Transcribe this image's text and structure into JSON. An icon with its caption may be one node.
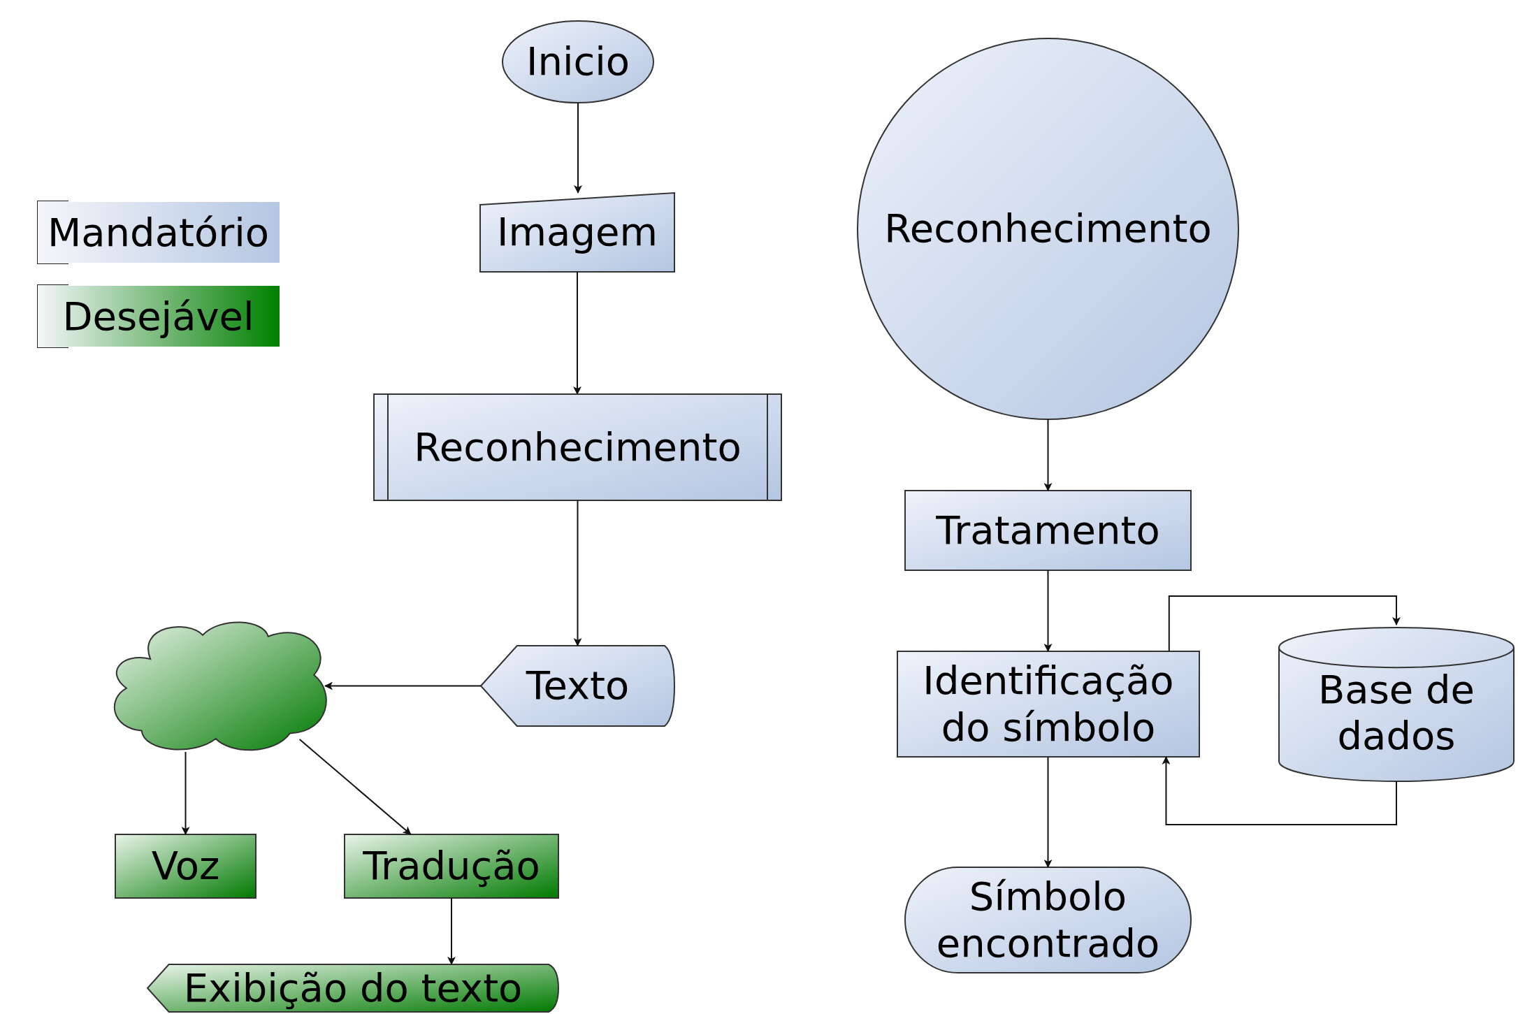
{
  "diagram": {
    "nodes": [
      {
        "text": [
          "Inicio"
        ]
      },
      {
        "text": [
          "Imagem"
        ]
      },
      {
        "text": [
          "Reconhecimento"
        ]
      },
      {
        "text": [
          "Texto"
        ]
      },
      {
        "text": [],
        "shape": "cloud"
      },
      {
        "text": [
          "Voz"
        ]
      },
      {
        "text": [
          "Tradução"
        ]
      },
      {
        "text": [
          "Exibição do texto"
        ]
      },
      {
        "text": [
          "Reconhecimento"
        ]
      },
      {
        "text": [
          "Tratamento"
        ]
      },
      {
        "text": [
          "Identificação do símbolo"
        ]
      },
      {
        "text": [
          "Base de dados"
        ]
      },
      {
        "text": [
          "Símbolo encontrado"
        ]
      }
    ],
    "edges": [
      {
        "from": 0,
        "to": 1,
        "arrow": "to"
      },
      {
        "from": 1,
        "to": 2,
        "arrow": "to"
      },
      {
        "from": 2,
        "to": 3,
        "arrow": "to"
      },
      {
        "from": 3,
        "to": 4,
        "arrow": "to"
      },
      {
        "from": 4,
        "to": 5,
        "arrow": "to"
      },
      {
        "from": 4,
        "to": 6,
        "arrow": "to"
      },
      {
        "from": 6,
        "to": 7,
        "arrow": "to"
      },
      {
        "from": 8,
        "to": 9,
        "arrow": "to"
      },
      {
        "from": 9,
        "to": 10,
        "arrow": "to"
      },
      {
        "from": 10,
        "to": 11,
        "arrow": "to"
      },
      {
        "from": 11,
        "to": 10,
        "arrow": "to"
      },
      {
        "from": 10,
        "to": 12,
        "arrow": "to"
      }
    ],
    "legend": [
      {
        "text": "Mandatório",
        "color": "#b4c6e2"
      },
      {
        "text": "Desejável",
        "color": "#008000"
      }
    ]
  }
}
